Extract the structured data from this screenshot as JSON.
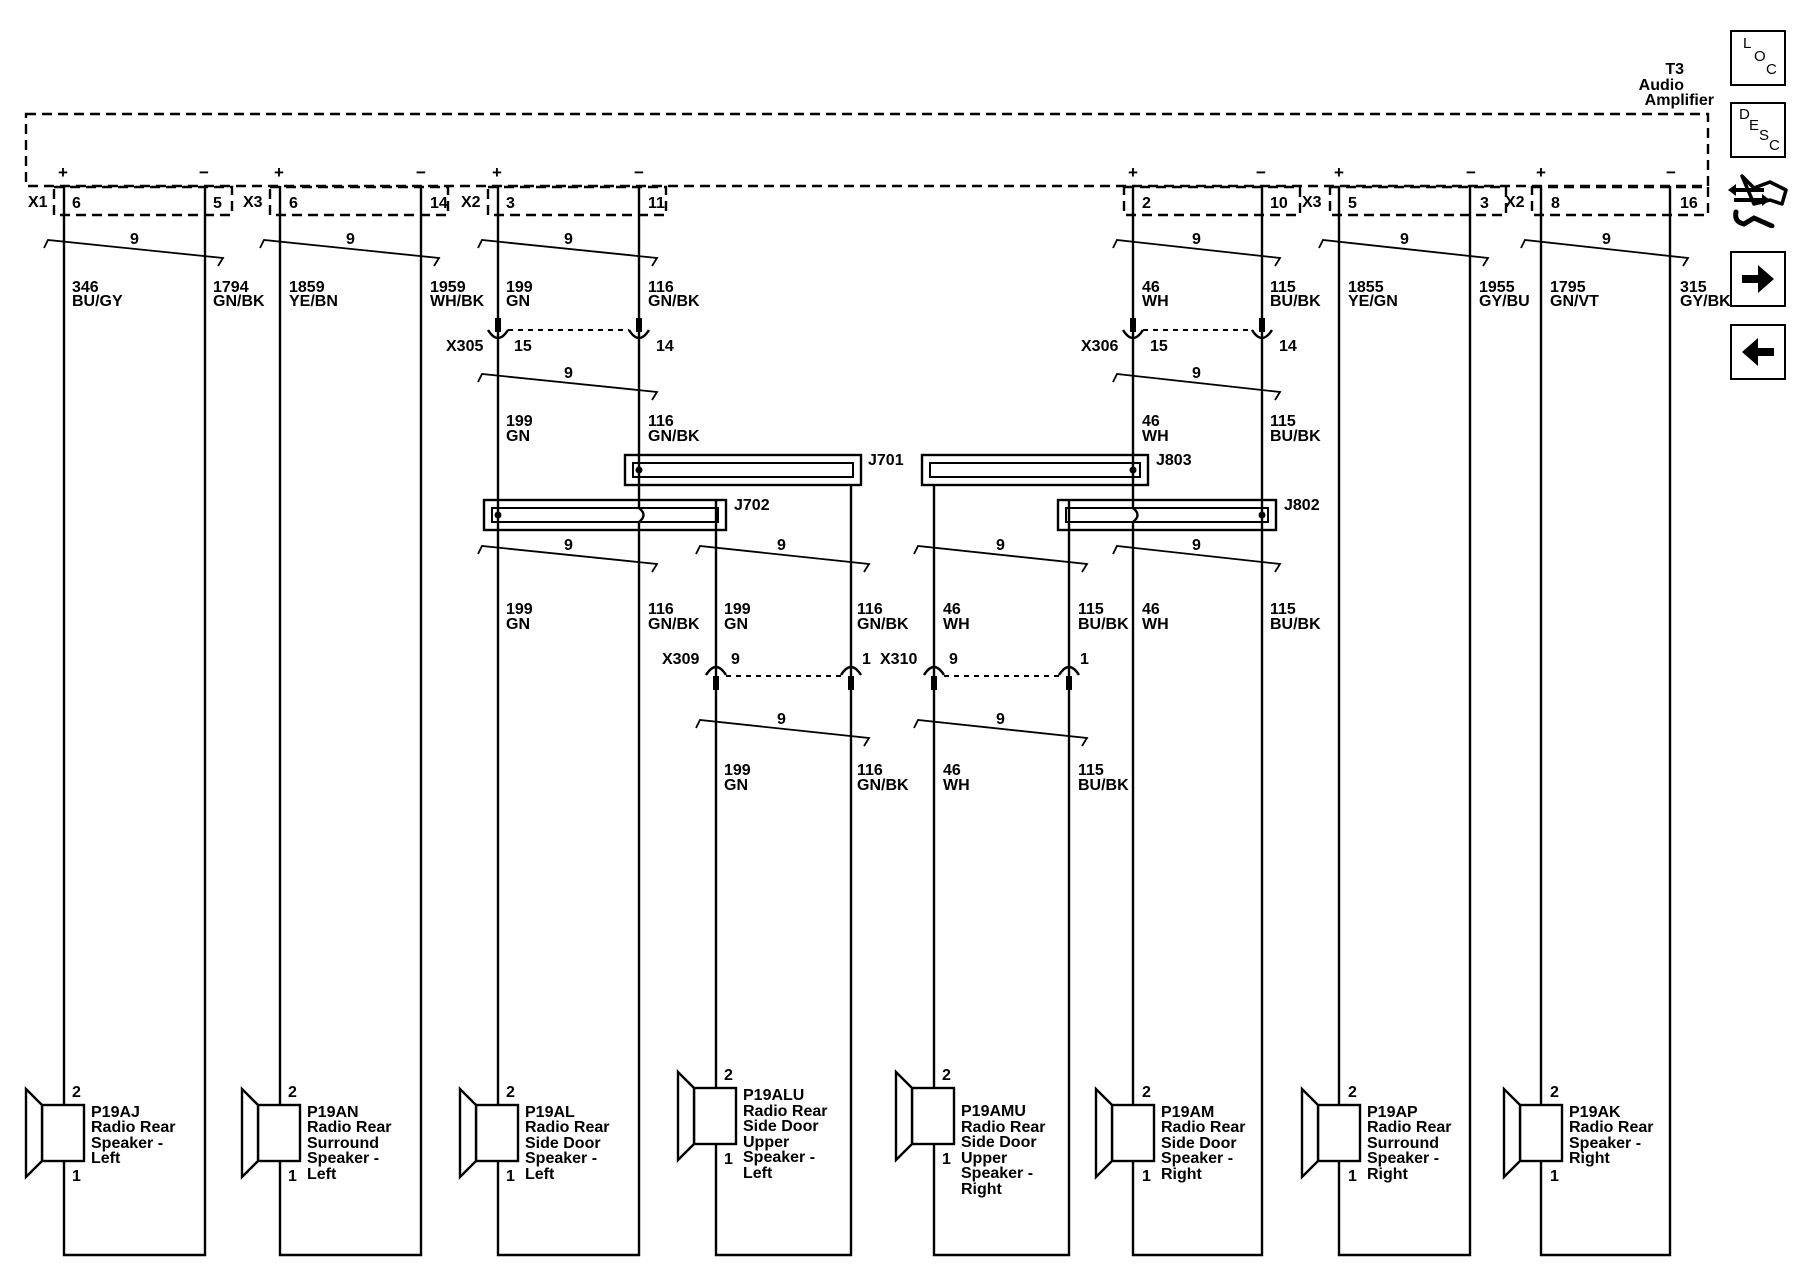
{
  "module": {
    "ref": "T3",
    "name_line1": "Audio",
    "name_line2": "Amplifier"
  },
  "connectors": {
    "x1": "X1",
    "x3a": "X3",
    "x2a": "X2",
    "x3b": "X3",
    "x2b": "X2"
  },
  "pins_top": {
    "p1": "6",
    "p2": "5",
    "p3": "6",
    "p4": "14",
    "p5": "3",
    "p6": "11",
    "p7": "2",
    "p8": "10",
    "p9": "5",
    "p10": "3",
    "p11": "8",
    "p12": "16"
  },
  "polarity": {
    "plus": "+",
    "minus": "−"
  },
  "twist_label": "9",
  "wires_top": [
    {
      "circuit": "346",
      "color": "BU/GY"
    },
    {
      "circuit": "1794",
      "color": "GN/BK"
    },
    {
      "circuit": "1859",
      "color": "YE/BN"
    },
    {
      "circuit": "1959",
      "color": "WH/BK"
    },
    {
      "circuit": "199",
      "color": "GN"
    },
    {
      "circuit": "116",
      "color": "GN/BK"
    },
    {
      "circuit": "46",
      "color": "WH"
    },
    {
      "circuit": "115",
      "color": "BU/BK"
    },
    {
      "circuit": "1855",
      "color": "YE/GN"
    },
    {
      "circuit": "1955",
      "color": "GY/BU"
    },
    {
      "circuit": "1795",
      "color": "GN/VT"
    },
    {
      "circuit": "315",
      "color": "GY/BK"
    }
  ],
  "inline_connectors": {
    "x305": {
      "name": "X305",
      "pin_a": "15",
      "pin_b": "14"
    },
    "x306": {
      "name": "X306",
      "pin_a": "15",
      "pin_b": "14"
    },
    "x309": {
      "name": "X309",
      "pin_a": "9",
      "pin_b": "1"
    },
    "x310": {
      "name": "X310",
      "pin_a": "9",
      "pin_b": "1"
    }
  },
  "splices": {
    "j701": "J701",
    "j702": "J702",
    "j803": "J803",
    "j802": "J802"
  },
  "speakers": [
    {
      "ref": "P19AJ",
      "l1": "Radio Rear",
      "l2": "Speaker -",
      "l3": "Left",
      "l4": "",
      "l5": "",
      "pin_top": "2",
      "pin_bottom": "1"
    },
    {
      "ref": "P19AN",
      "l1": "Radio Rear",
      "l2": "Surround",
      "l3": "Speaker -",
      "l4": "Left",
      "l5": "",
      "pin_top": "2",
      "pin_bottom": "1"
    },
    {
      "ref": "P19AL",
      "l1": "Radio Rear",
      "l2": "Side Door",
      "l3": "Speaker -",
      "l4": "Left",
      "l5": "",
      "pin_top": "2",
      "pin_bottom": "1"
    },
    {
      "ref": "P19ALU",
      "l1": "Radio Rear",
      "l2": "Side Door",
      "l3": "Upper",
      "l4": "Speaker -",
      "l5": "Left",
      "pin_top": "2",
      "pin_bottom": "1"
    },
    {
      "ref": "P19AMU",
      "l1": "Radio Rear",
      "l2": "Side Door",
      "l3": "Upper",
      "l4": "Speaker -",
      "l5": "Right",
      "pin_top": "2",
      "pin_bottom": "1"
    },
    {
      "ref": "P19AM",
      "l1": "Radio Rear",
      "l2": "Side Door",
      "l3": "Speaker -",
      "l4": "Right",
      "l5": "",
      "pin_top": "2",
      "pin_bottom": "1"
    },
    {
      "ref": "P19AP",
      "l1": "Radio Rear",
      "l2": "Surround",
      "l3": "Speaker -",
      "l4": "Right",
      "l5": "",
      "pin_top": "2",
      "pin_bottom": "1"
    },
    {
      "ref": "P19AK",
      "l1": "Radio Rear",
      "l2": "Speaker -",
      "l3": "Right",
      "l4": "",
      "l5": "",
      "pin_top": "2",
      "pin_bottom": "1"
    }
  ],
  "nav": {
    "loc": {
      "c1": "L",
      "c2": "O",
      "c3": "C"
    },
    "desc": {
      "c1": "D",
      "c2": "E",
      "c3": "S",
      "c4": "C"
    },
    "icons": [
      "connector-view-icon",
      "next-arrow-icon",
      "previous-arrow-icon"
    ]
  }
}
